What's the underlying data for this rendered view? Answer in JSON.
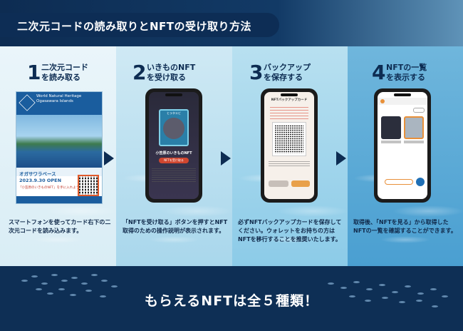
{
  "title": "二次元コードの読み取りとNFTの受け取り方法",
  "steps": [
    {
      "num": "1",
      "title1": "二次元コード",
      "title2": "を読み取る",
      "desc": "スマートフォンを使ってカード右下の二次元コードを読み込みます。"
    },
    {
      "num": "2",
      "title1": "いきものNFT",
      "title2": "を受け取る",
      "desc": "「NFTを受け取る」ボタンを押すとNFT取得のための操作説明が表示されます。"
    },
    {
      "num": "3",
      "title1": "バックアップ",
      "title2": "を保存する",
      "desc": "必ずNFTバックアップカードを保存してください。ウォレットをお持ちの方はNFTを移行することを推奨いたします。"
    },
    {
      "num": "4",
      "title1": "NFTの一覧",
      "title2": "を表示する",
      "desc": "取得後、「NFTを見る」から取得したNFTの一覧を確認することができます。"
    }
  ],
  "brochure": {
    "heading1": "World Natural Heritage",
    "heading2": "Ogasawara Islands",
    "open_text": "オガサワラベース",
    "date_text": "2023.9.30 OPEN",
    "caption": "「小笠原のいきものNFT」を手に入れよう"
  },
  "phone2": {
    "card_label": "ヒラタエビ",
    "caption": "小笠原のいきものNFT",
    "button": "NFTを受け取る"
  },
  "phone3": {
    "header": "NFTバックアップカード"
  },
  "banner": "もらえるNFTは全５種類！"
}
